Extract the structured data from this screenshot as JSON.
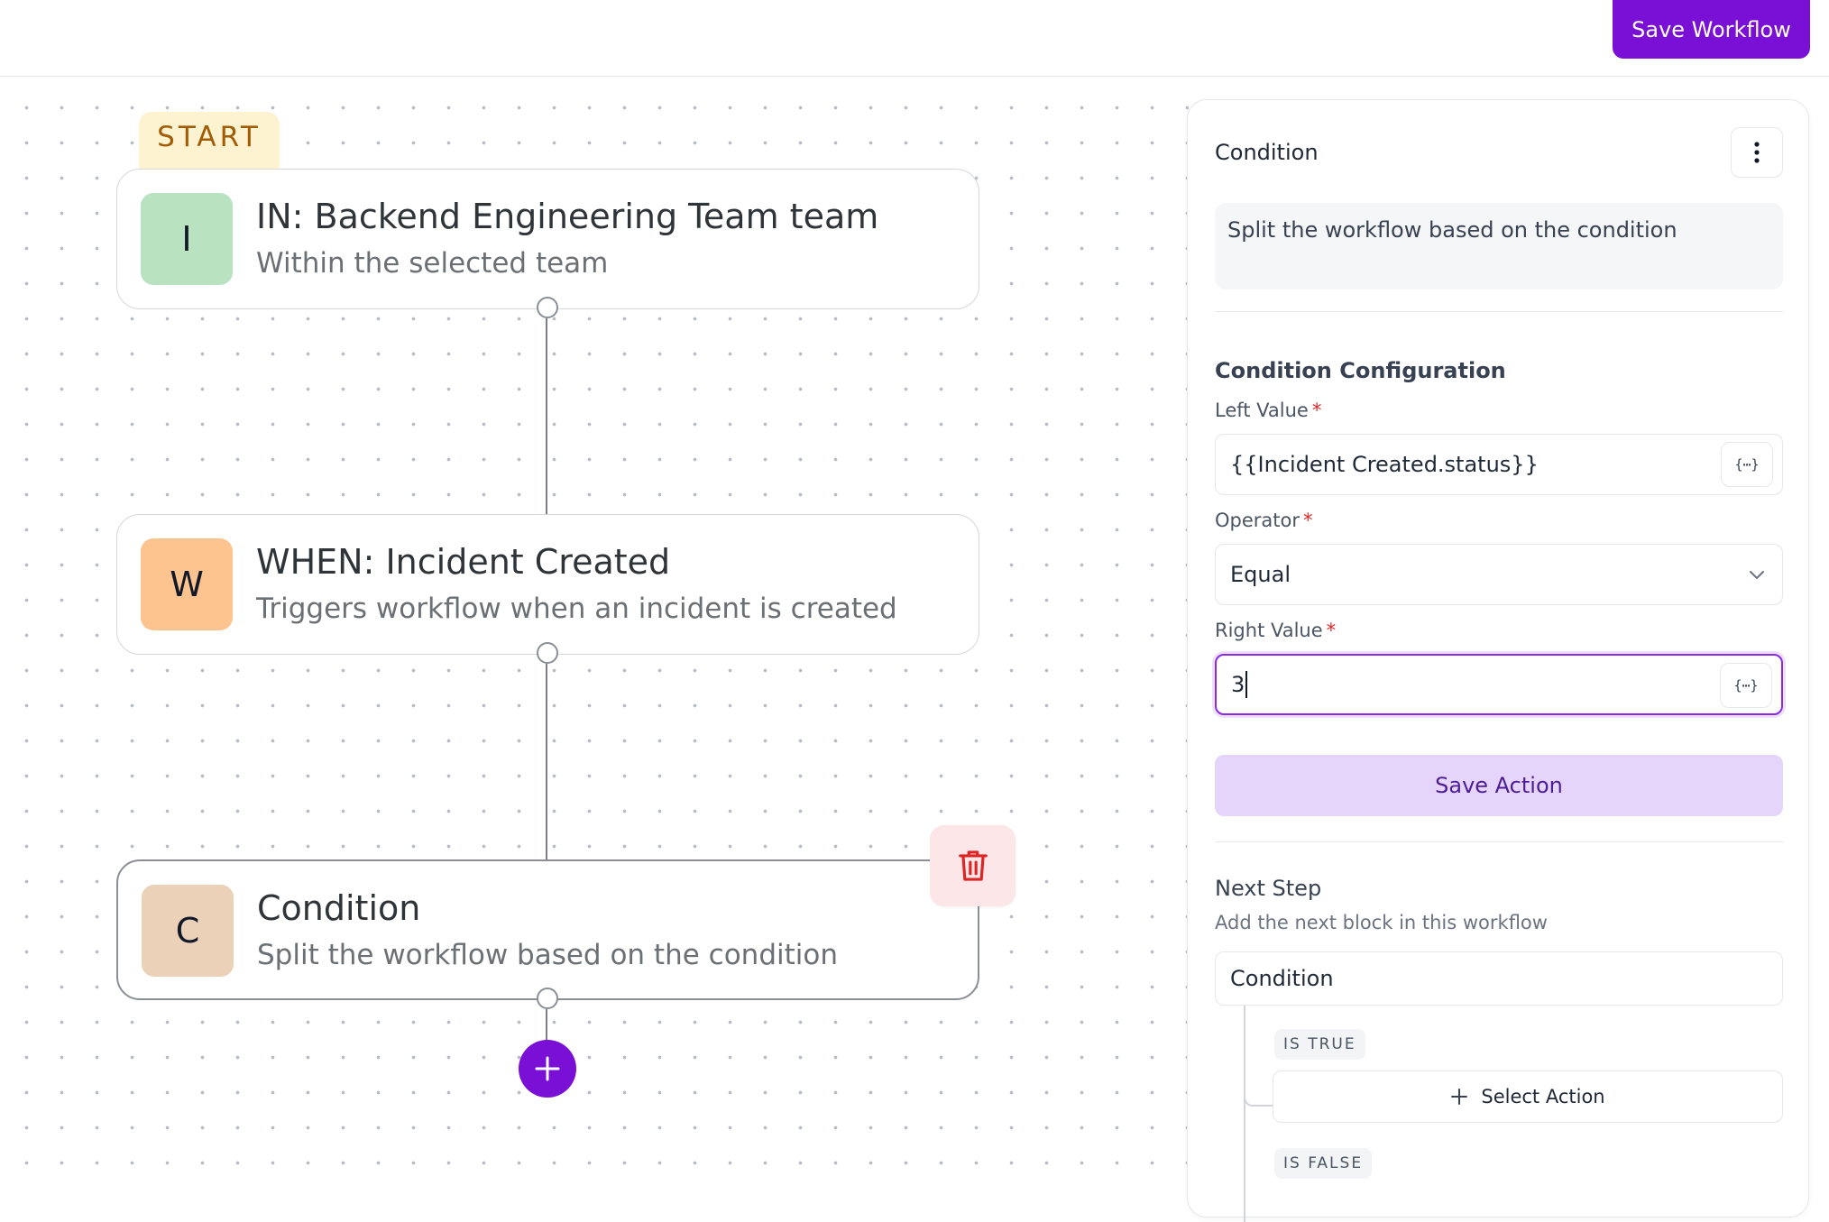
{
  "toolbar": {
    "save_workflow_label": "Save Workflow"
  },
  "canvas": {
    "start_label": "START",
    "nodes": [
      {
        "letter": "I",
        "title": "IN: Backend Engineering Team team",
        "subtitle": "Within the selected team",
        "color": "#b8e2c0"
      },
      {
        "letter": "W",
        "title": "WHEN: Incident Created",
        "subtitle": "Triggers workflow when an incident is created",
        "color": "#fdc48f"
      },
      {
        "letter": "C",
        "title": "Condition",
        "subtitle": "Split the workflow based on the condition",
        "color": "#ebd1b8"
      }
    ],
    "icons": {
      "delete": "trash-icon",
      "add": "plus-icon"
    }
  },
  "panel": {
    "title": "Condition",
    "description": "Split the workflow based on the condition",
    "config_heading": "Condition Configuration",
    "left_value": {
      "label": "Left Value",
      "required": "*",
      "value": "{{Incident Created.status}}",
      "var_button": "{⋯}"
    },
    "operator": {
      "label": "Operator",
      "required": "*",
      "value": "Equal"
    },
    "right_value": {
      "label": "Right Value",
      "required": "*",
      "value": "3",
      "var_button": "{⋯}"
    },
    "save_action_label": "Save Action",
    "next_step": {
      "title": "Next Step",
      "subtitle": "Add the next block in this workflow",
      "block": "Condition",
      "true_tag": "IS TRUE",
      "false_tag": "IS FALSE",
      "select_action_label": "Select Action"
    }
  },
  "colors": {
    "accent": "#7a0fd6",
    "accent_light": "#e6d5fb",
    "delete_bg": "#fde6e7",
    "delete_icon": "#dc2626",
    "start_bg": "#fdf3d0",
    "start_text": "#a15c07"
  }
}
